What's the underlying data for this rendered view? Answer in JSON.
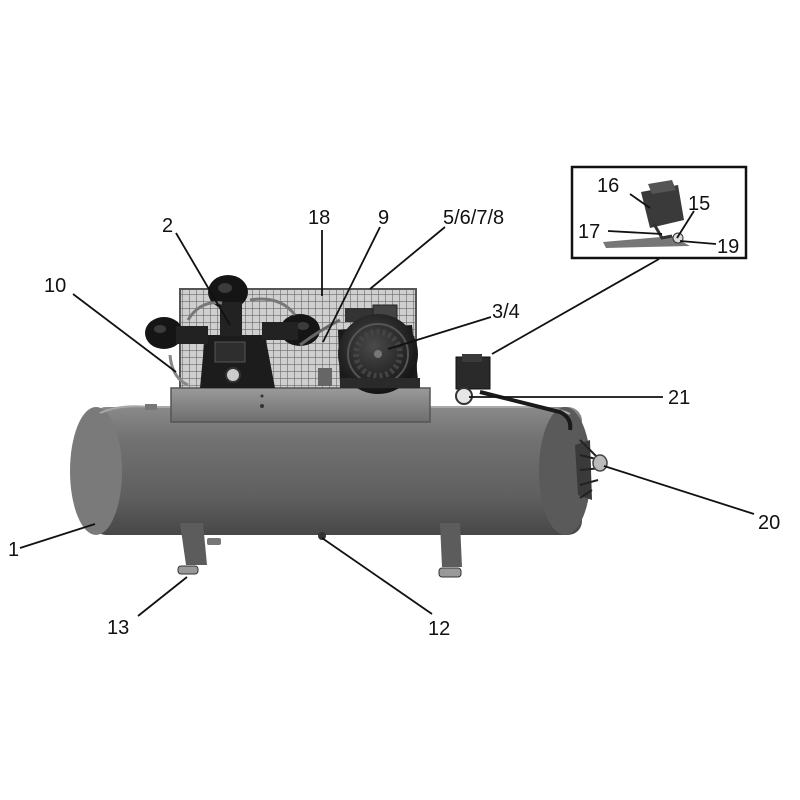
{
  "callouts": {
    "c1": "1",
    "c2": "2",
    "c3_4": "3/4",
    "c5_8": "5/6/7/8",
    "c9": "9",
    "c10": "10",
    "c12": "12",
    "c13": "13",
    "c15": "15",
    "c16": "16",
    "c17": "17",
    "c18": "18",
    "c19": "19",
    "c20": "20",
    "c21": "21"
  },
  "colors": {
    "tank": "#6b6b6b",
    "tank_dark": "#4d4d4d",
    "tank_light": "#8a8a8a",
    "pump_black": "#1c1c1c",
    "guard_gray": "#9a9a9a",
    "platform": "#878787",
    "ink": "#111111"
  },
  "icons": {
    "tank": "air-receiver-tank",
    "pump": "compressor-pump-head",
    "motor": "electric-motor",
    "guard": "belt-guard-grille",
    "pressure_switch": "pressure-switch-icon",
    "gauge": "pressure-gauge-icon"
  }
}
